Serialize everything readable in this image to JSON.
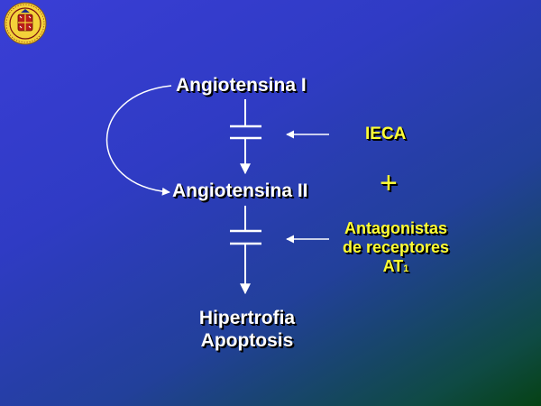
{
  "diagram": {
    "nodes": {
      "ang1": "Angiotensina I",
      "ang2": "Angiotensina II",
      "outcome_line1": "Hipertrofia",
      "outcome_line2": "Apoptosis"
    },
    "inhibitors": {
      "ieca": "IECA",
      "plus": "+",
      "arb_line1": "Antagonistas",
      "arb_line2": "de receptores",
      "arb_line3_main": "AT",
      "arb_line3_sub": "1"
    }
  },
  "colors": {
    "text": "#ffffff",
    "highlight": "#ffff33",
    "shadow": "#000000"
  }
}
